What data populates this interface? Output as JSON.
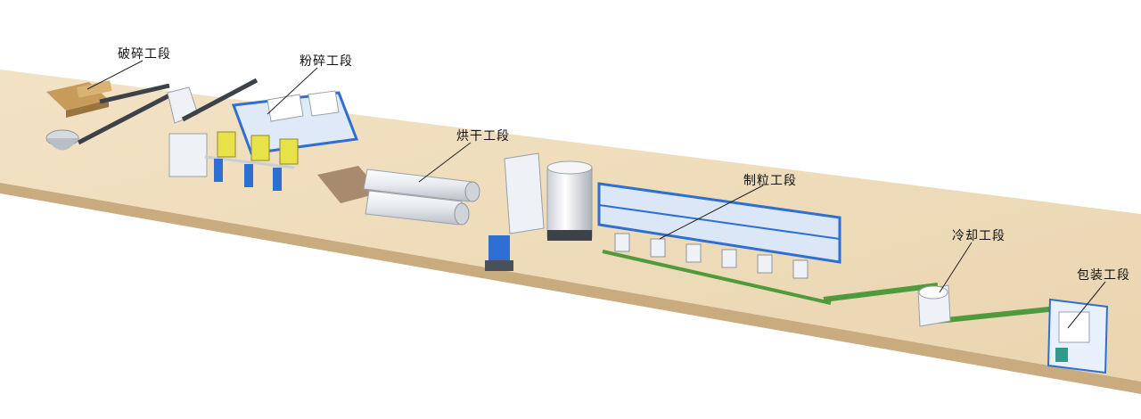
{
  "stages": [
    {
      "id": "crushing",
      "label": "破碎工段"
    },
    {
      "id": "grinding",
      "label": "粉碎工段"
    },
    {
      "id": "drying",
      "label": "烘干工段"
    },
    {
      "id": "pelletizing",
      "label": "制粒工段"
    },
    {
      "id": "cooling",
      "label": "冷却工段"
    },
    {
      "id": "packaging",
      "label": "包装工段"
    }
  ],
  "colors": {
    "floor": "#ecd9b8",
    "floor_edge": "#c9ab80",
    "frame_blue": "#2f6fd1",
    "conveyor_green": "#4f9a3c",
    "steel": "#e4e8ee",
    "dark_steel": "#4a5058",
    "wood": "#c79b5a"
  }
}
